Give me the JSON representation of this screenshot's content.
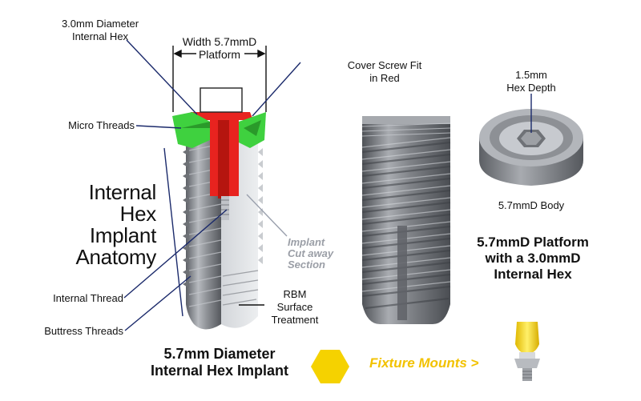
{
  "labels": {
    "internal_hex_l1": "3.0mm Diameter",
    "internal_hex_l2": "Internal Hex",
    "width_l1": "Width 5.7mmD",
    "width_l2": "Platform",
    "micro_threads": "Micro Threads",
    "anatomy_l1": "Internal",
    "anatomy_l2": "Hex Implant",
    "anatomy_l3": "Anatomy",
    "internal_thread": "Internal Thread",
    "buttress_threads": "Buttress Threads",
    "cutaway_l1": "Implant",
    "cutaway_l2": "Cut away",
    "cutaway_l3": "Section",
    "rbm_l1": "RBM",
    "rbm_l2": "Surface",
    "rbm_l3": "Treatment",
    "cover_l1": "Cover Screw Fit",
    "cover_l2": "in Red",
    "hex_depth_l1": "1.5mm",
    "hex_depth_l2": "Hex Depth",
    "body": "5.7mmD Body",
    "platform_l1": "5.7mmD Platform",
    "platform_l2": "with a 3.0mmD",
    "platform_l3": "Internal Hex",
    "implant_title_l1": "5.7mm Diameter",
    "implant_title_l2": "Internal Hex Implant",
    "fixture_mounts": "Fixture Mounts >"
  },
  "colors": {
    "accent_yellow": "#f5d200",
    "cover_screw_red": "#e8231f",
    "micro_thread_green": "#3fd13f",
    "leader_navy": "#1b2a6b",
    "implant_gray": "#8e9196"
  }
}
